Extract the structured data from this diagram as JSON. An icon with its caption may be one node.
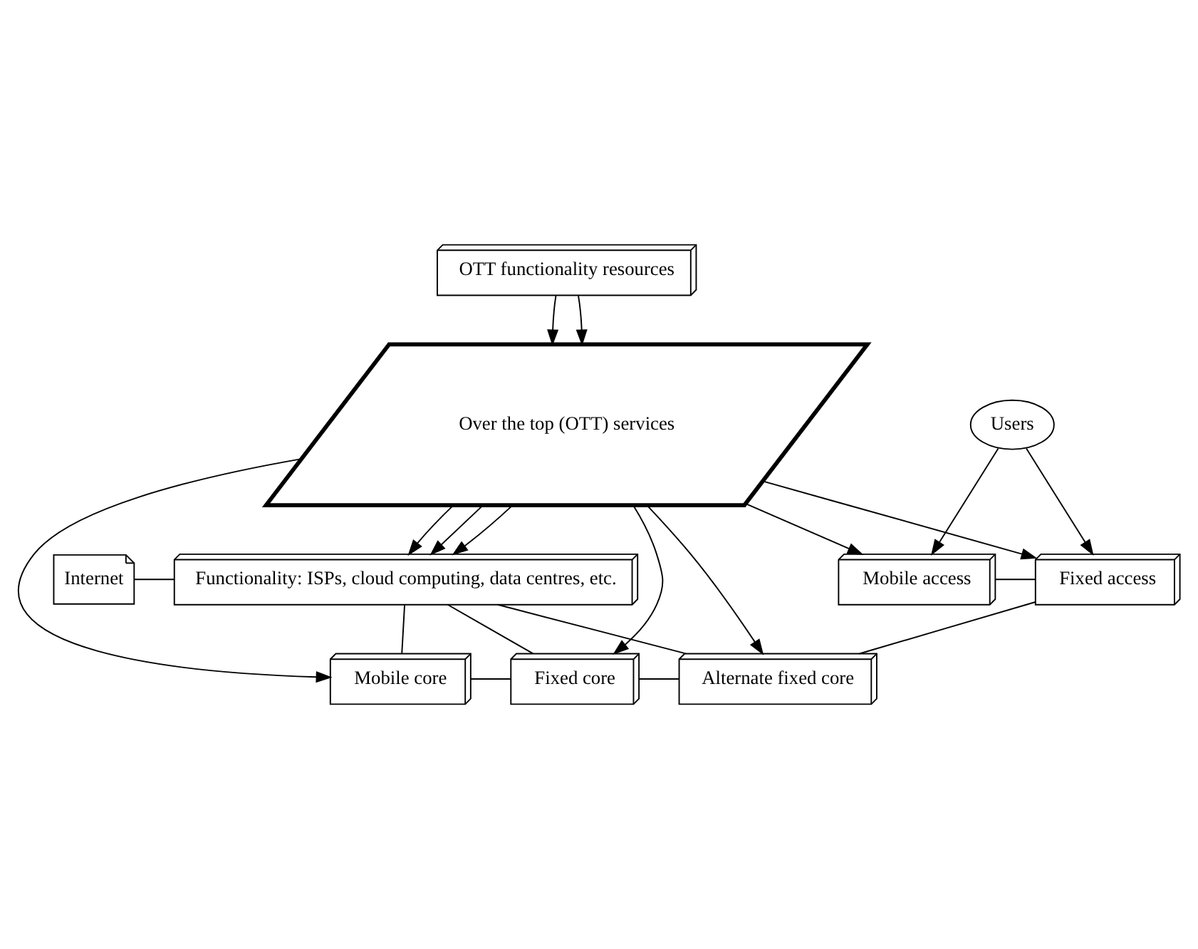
{
  "diagram": {
    "nodes": [
      {
        "text": [
          "OTT functionality resources"
        ]
      },
      {
        "text": [
          "Over the top (OTT) services"
        ]
      },
      {
        "text": [
          "Internet"
        ]
      },
      {
        "text": [
          "Functionality: ISPs, cloud computing, data centres, etc."
        ]
      },
      {
        "text": [
          "Mobile core"
        ]
      },
      {
        "text": [
          "Fixed core"
        ]
      },
      {
        "text": [
          "Alternate fixed core"
        ]
      },
      {
        "text": [
          "Mobile access"
        ]
      },
      {
        "text": [
          "Fixed access"
        ]
      },
      {
        "text": [
          "Users"
        ]
      }
    ],
    "edges": [
      {
        "from": 0,
        "to": 1,
        "arrow": "to"
      },
      {
        "from": 0,
        "to": 1,
        "arrow": "to"
      },
      {
        "from": 1,
        "to": 3,
        "arrow": "to"
      },
      {
        "from": 1,
        "to": 3,
        "arrow": "to"
      },
      {
        "from": 1,
        "to": 3,
        "arrow": "to"
      },
      {
        "from": 1,
        "to": 4,
        "arrow": "to"
      },
      {
        "from": 1,
        "to": 7,
        "arrow": "to"
      },
      {
        "from": 1,
        "to": 5,
        "arrow": "to"
      },
      {
        "from": 1,
        "to": 8,
        "arrow": "to"
      },
      {
        "from": 1,
        "to": 6,
        "arrow": "to"
      },
      {
        "from": 2,
        "to": 3,
        "arrow": "none"
      },
      {
        "from": 3,
        "to": 4,
        "arrow": "none"
      },
      {
        "from": 3,
        "to": 5,
        "arrow": "none"
      },
      {
        "from": 3,
        "to": 6,
        "arrow": "none"
      },
      {
        "from": 4,
        "to": 5,
        "arrow": "none"
      },
      {
        "from": 7,
        "to": 8,
        "arrow": "none"
      },
      {
        "from": 5,
        "to": 6,
        "arrow": "none"
      },
      {
        "from": 8,
        "to": 6,
        "arrow": "none"
      },
      {
        "from": 9,
        "to": 7,
        "arrow": "to"
      },
      {
        "from": 9,
        "to": 8,
        "arrow": "to"
      }
    ]
  }
}
